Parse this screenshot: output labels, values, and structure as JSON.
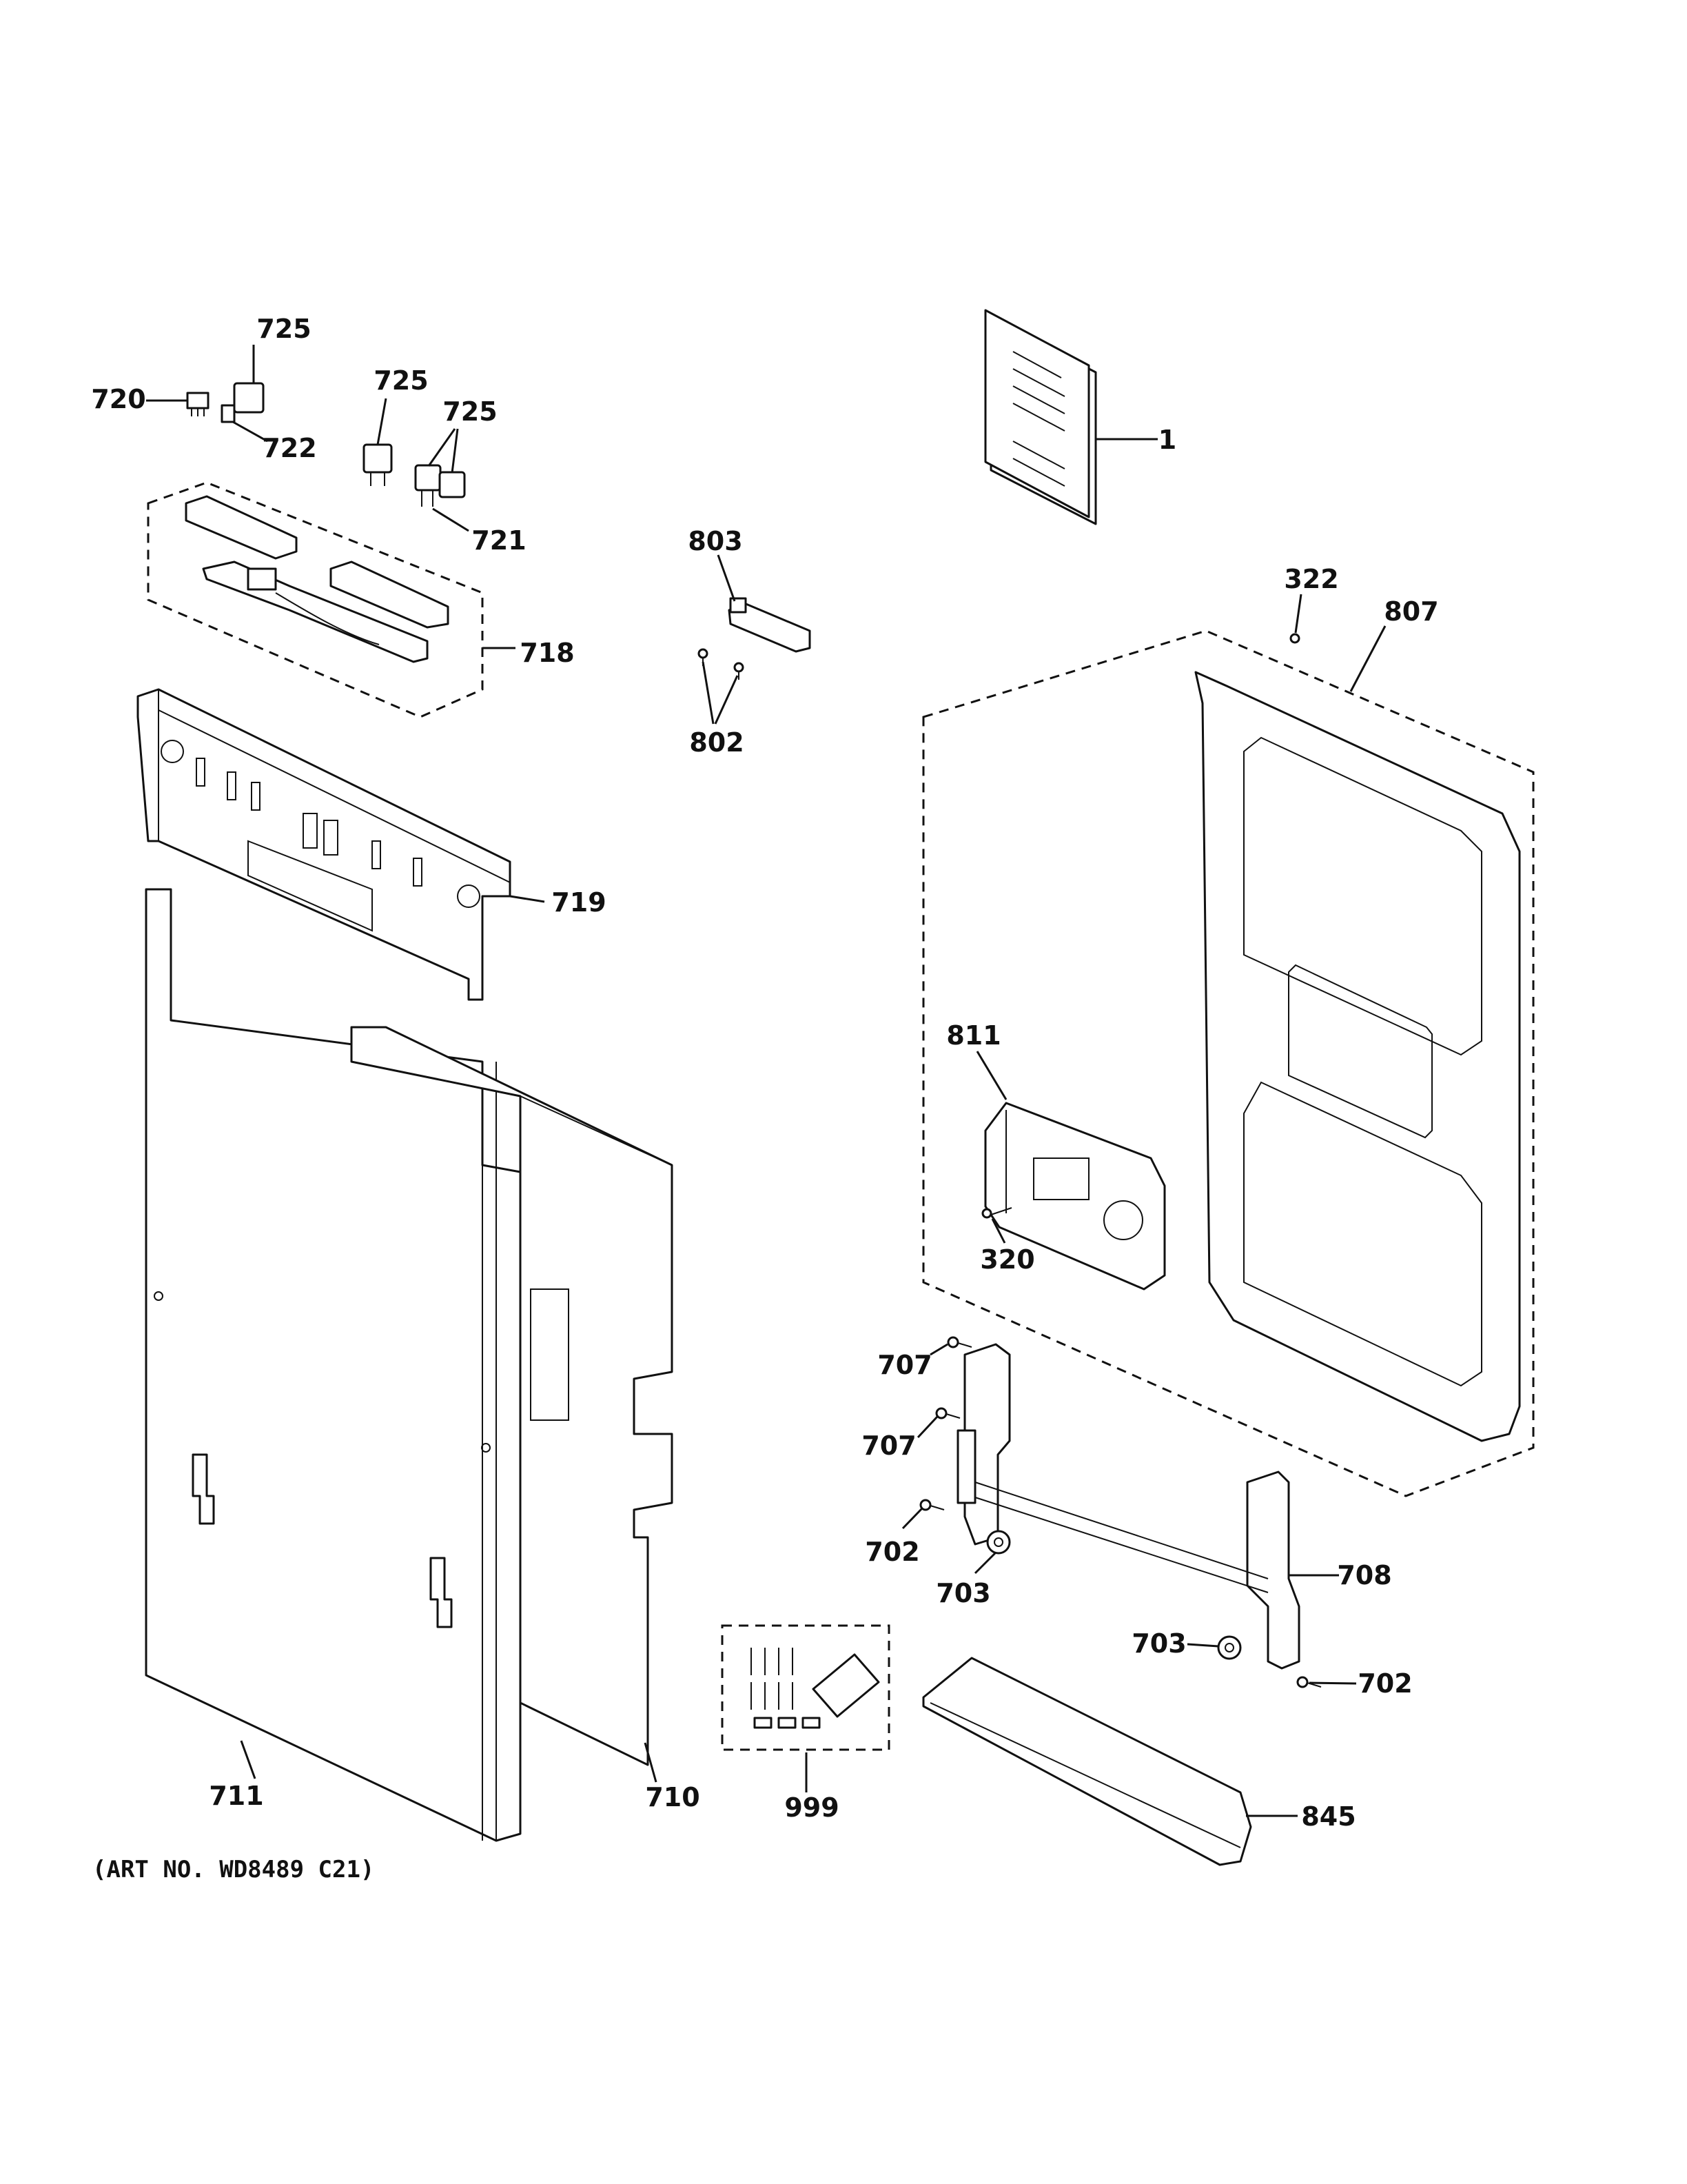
{
  "art_number": "(ART NO. WD8489 C21)",
  "callouts": {
    "c1": "1",
    "c320": "320",
    "c322": "322",
    "c702a": "702",
    "c702b": "702",
    "c703a": "703",
    "c703b": "703",
    "c707a": "707",
    "c707b": "707",
    "c708": "708",
    "c710": "710",
    "c711": "711",
    "c718": "718",
    "c719": "719",
    "c720": "720",
    "c721": "721",
    "c722": "722",
    "c725a": "725",
    "c725b": "725",
    "c725c": "725",
    "c802": "802",
    "c803": "803",
    "c807": "807",
    "c811": "811",
    "c845": "845",
    "c999": "999"
  }
}
